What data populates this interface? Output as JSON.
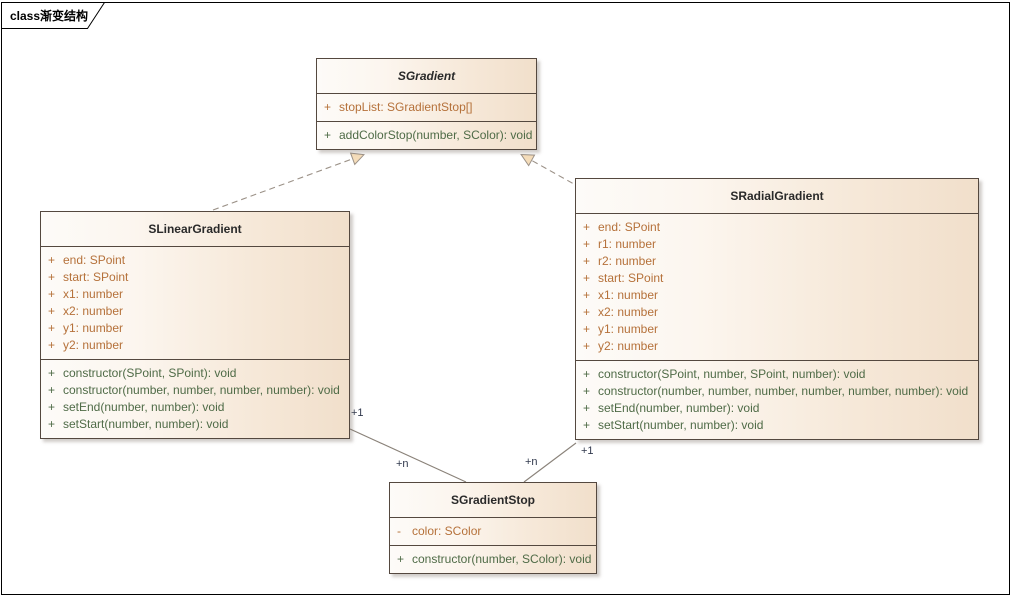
{
  "diagram": {
    "frame_label": "class渐变结构",
    "type": "uml-class-diagram"
  },
  "colors": {
    "box_border": "#54483f",
    "box_fill_left": "#fdfbf8",
    "box_fill_right": "#f1dfcb",
    "attribute_text": "#b5713a",
    "method_text": "#4f6b47",
    "title_text": "#2a2a2a",
    "link_line": "#8a8279",
    "multiplicity_text": "#31394d",
    "arrow_fill": "#f5ddba",
    "frame_border": "#000000"
  },
  "classes": [
    {
      "id": "sgradient",
      "name": "SGradient",
      "abstract": true,
      "attributes": [
        {
          "visibility": "+",
          "signature": "stopList: SGradientStop[]"
        }
      ],
      "methods": [
        {
          "visibility": "+",
          "signature": "addColorStop(number, SColor): void"
        }
      ]
    },
    {
      "id": "slineargradient",
      "name": "SLinearGradient",
      "abstract": false,
      "attributes": [
        {
          "visibility": "+",
          "signature": "end: SPoint"
        },
        {
          "visibility": "+",
          "signature": "start: SPoint"
        },
        {
          "visibility": "+",
          "signature": "x1: number"
        },
        {
          "visibility": "+",
          "signature": "x2: number"
        },
        {
          "visibility": "+",
          "signature": "y1: number"
        },
        {
          "visibility": "+",
          "signature": "y2: number"
        }
      ],
      "methods": [
        {
          "visibility": "+",
          "signature": "constructor(SPoint, SPoint): void"
        },
        {
          "visibility": "+",
          "signature": "constructor(number, number, number, number): void"
        },
        {
          "visibility": "+",
          "signature": "setEnd(number, number): void"
        },
        {
          "visibility": "+",
          "signature": "setStart(number, number): void"
        }
      ]
    },
    {
      "id": "sradialgradient",
      "name": "SRadialGradient",
      "abstract": false,
      "attributes": [
        {
          "visibility": "+",
          "signature": "end: SPoint"
        },
        {
          "visibility": "+",
          "signature": "r1: number"
        },
        {
          "visibility": "+",
          "signature": "r2: number"
        },
        {
          "visibility": "+",
          "signature": "start: SPoint"
        },
        {
          "visibility": "+",
          "signature": "x1: number"
        },
        {
          "visibility": "+",
          "signature": "x2: number"
        },
        {
          "visibility": "+",
          "signature": "y1: number"
        },
        {
          "visibility": "+",
          "signature": "y2: number"
        }
      ],
      "methods": [
        {
          "visibility": "+",
          "signature": "constructor(SPoint, number, SPoint, number): void"
        },
        {
          "visibility": "+",
          "signature": "constructor(number, number, number, number, number, number): void"
        },
        {
          "visibility": "+",
          "signature": "setEnd(number, number): void"
        },
        {
          "visibility": "+",
          "signature": "setStart(number, number): void"
        }
      ]
    },
    {
      "id": "sgradientstop",
      "name": "SGradientStop",
      "abstract": false,
      "attributes": [
        {
          "visibility": "-",
          "signature": "color: SColor"
        }
      ],
      "methods": [
        {
          "visibility": "+",
          "signature": "constructor(number, SColor): void"
        }
      ]
    }
  ],
  "relations": [
    {
      "id": "rel-linear-extends-gradient",
      "kind": "realization",
      "style": "dashed",
      "arrow": "hollow-triangle",
      "from": "SLinearGradient",
      "to": "SGradient"
    },
    {
      "id": "rel-radial-extends-gradient",
      "kind": "realization",
      "style": "dashed",
      "arrow": "hollow-triangle",
      "from": "SRadialGradient",
      "to": "SGradient"
    },
    {
      "id": "rel-linear-stop",
      "kind": "association",
      "style": "solid",
      "arrow": "none",
      "from": "SLinearGradient",
      "to": "SGradientStop",
      "from_multiplicity": "+1",
      "to_multiplicity": "+n"
    },
    {
      "id": "rel-radial-stop",
      "kind": "association",
      "style": "solid",
      "arrow": "none",
      "from": "SRadialGradient",
      "to": "SGradientStop",
      "from_multiplicity": "+1",
      "to_multiplicity": "+n"
    }
  ],
  "multiplicity_labels": [
    {
      "id": "m-linear-1",
      "text": "+1"
    },
    {
      "id": "m-linear-n",
      "text": "+n"
    },
    {
      "id": "m-radial-n",
      "text": "+n"
    },
    {
      "id": "m-radial-1",
      "text": "+1"
    }
  ]
}
